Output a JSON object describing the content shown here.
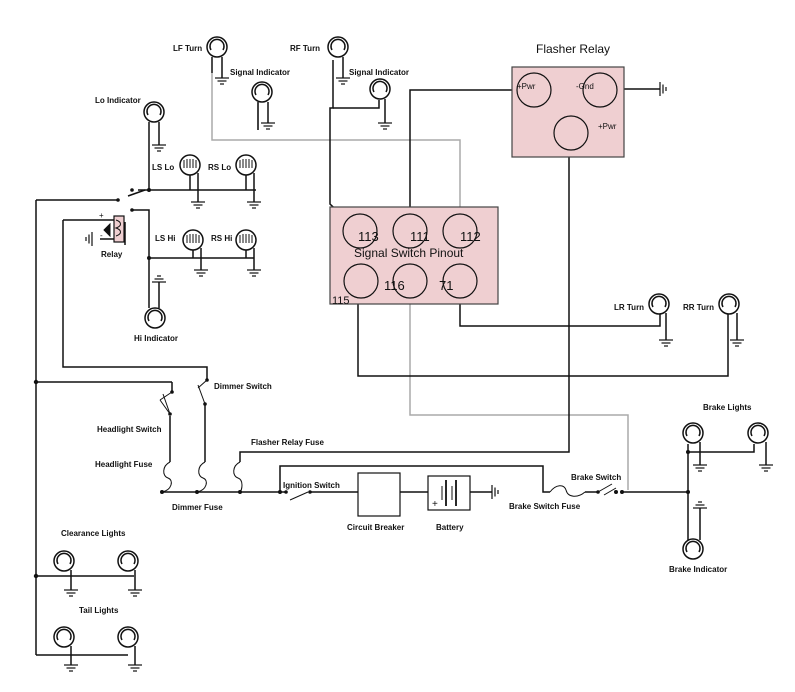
{
  "diagram": {
    "labels": {
      "lf_turn": "LF Turn",
      "lf_signal_indicator": "Signal Indicator",
      "rf_turn": "RF Turn",
      "rf_signal_indicator": "Signal Indicator",
      "lo_indicator": "Lo Indicator",
      "ls_lo": "LS Lo",
      "rs_lo": "RS Lo",
      "ls_hi": "LS Hi",
      "rs_hi": "RS Hi",
      "relay": "Relay",
      "hi_indicator": "Hi Indicator",
      "dimmer_switch": "Dimmer Switch",
      "headlight_switch": "Headlight Switch",
      "headlight_fuse": "Headlight Fuse",
      "flasher_relay_fuse": "Flasher Relay Fuse",
      "dimmer_fuse": "Dimmer Fuse",
      "ignition_switch": "Ignition Switch",
      "circuit_breaker": "Circuit Breaker",
      "battery": "Battery",
      "brake_switch_fuse": "Brake Switch Fuse",
      "brake_switch": "Brake Switch",
      "brake_lights": "Brake Lights",
      "brake_indicator": "Brake Indicator",
      "lr_turn": "LR Turn",
      "rr_turn": "RR Turn",
      "clearance_lights": "Clearance Lights",
      "tail_lights": "Tail Lights"
    },
    "flasher_relay": {
      "title": "Flasher Relay",
      "pin_pwr_in": "+Pwr",
      "pin_gnd": "-Gnd",
      "pin_pwr_out": "+Pwr"
    },
    "signal_switch": {
      "title": "Signal Switch Pinout",
      "pin_113": "113",
      "pin_111": "111",
      "pin_112": "112",
      "pin_116": "116",
      "pin_71": "71",
      "pin_115": "115"
    },
    "relay_marks": {
      "plus": "+",
      "minus": "-"
    },
    "battery_mark": "+"
  }
}
